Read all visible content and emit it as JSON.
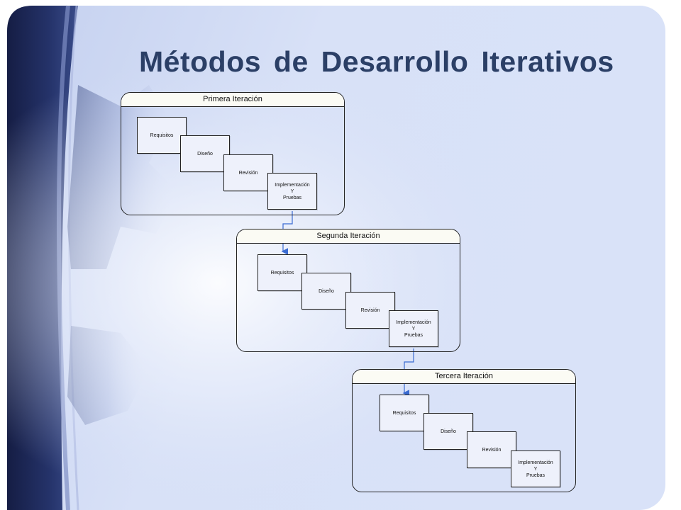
{
  "slide": {
    "title": "Métodos de Desarrollo Iterativos"
  },
  "iterations": [
    {
      "header": "Primera Iteración",
      "steps": [
        "Requisitos",
        "Diseño",
        "Revisión",
        "Implementación\nY\nPruebas"
      ]
    },
    {
      "header": "Segunda Iteración",
      "steps": [
        "Requisitos",
        "Diseño",
        "Revisión",
        "Implementación\nY\nPruebas"
      ]
    },
    {
      "header": "Tercera Iteración",
      "steps": [
        "Requisitos",
        "Diseño",
        "Revisión",
        "Implementación\nY\nPruebas"
      ]
    }
  ],
  "colors": {
    "title": "#2b3f66",
    "background": "#d8e1f7",
    "sidebar_dark": "#1e2a55",
    "connector": "#3a6bd1"
  }
}
